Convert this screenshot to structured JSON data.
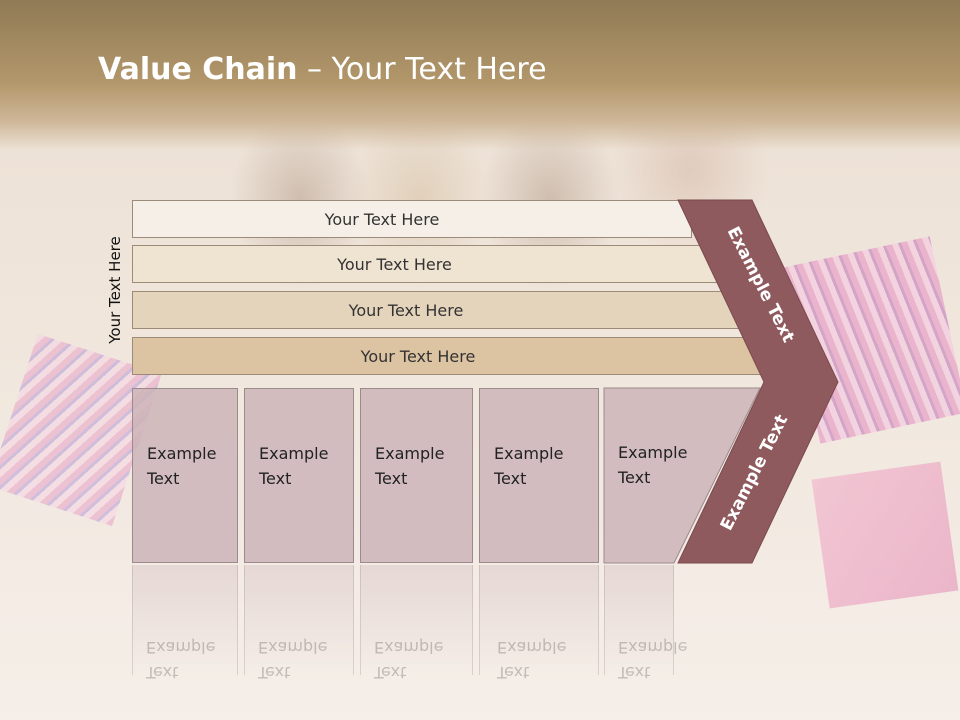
{
  "title": {
    "bold": "Value Chain",
    "rest": " – Your Text Here"
  },
  "side_label": "Your Text Here",
  "bars": [
    {
      "label": "Your Text Here",
      "color": "#f5efe7"
    },
    {
      "label": "Your Text Here",
      "color": "#efe3d2"
    },
    {
      "label": "Your Text Here",
      "color": "#e5d4bc"
    },
    {
      "label": "Your Text Here",
      "color": "#dcc3a2"
    }
  ],
  "boxes": [
    {
      "line1": "Example",
      "line2": "Text"
    },
    {
      "line1": "Example",
      "line2": "Text"
    },
    {
      "line1": "Example",
      "line2": "Text"
    },
    {
      "line1": "Example",
      "line2": "Text"
    },
    {
      "line1": "Example",
      "line2": "Text"
    }
  ],
  "chevron": {
    "upper_text": "Example Text",
    "lower_text": "Example Text",
    "color": "#8f5a5e"
  },
  "colors": {
    "box_fill": "#cdb4b9",
    "header": "#a68b63"
  }
}
